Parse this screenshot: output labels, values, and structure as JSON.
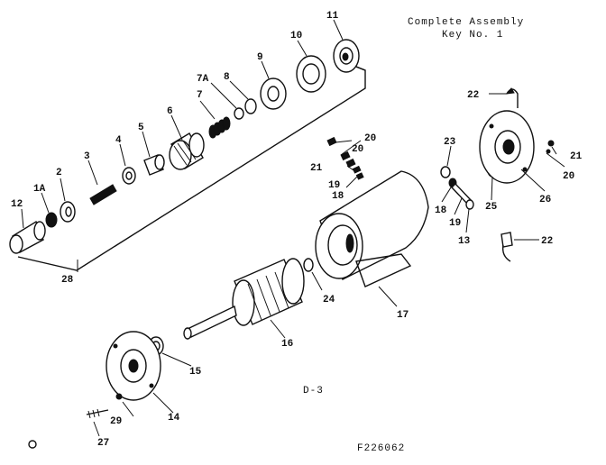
{
  "title_line1": "Complete Assembly",
  "title_line2": "Key No. 1",
  "diagram_code": "D-3",
  "figure_number": "F226062",
  "callouts": [
    "11",
    "10",
    "9",
    "8",
    "7A",
    "7",
    "6",
    "5",
    "4",
    "3",
    "2",
    "1A",
    "12",
    "28",
    "20",
    "21",
    "19",
    "18",
    "17",
    "24",
    "16",
    "15",
    "14",
    "29",
    "27",
    "22",
    "23",
    "26",
    "20",
    "21",
    "25",
    "18",
    "19",
    "13",
    "22",
    "20"
  ]
}
